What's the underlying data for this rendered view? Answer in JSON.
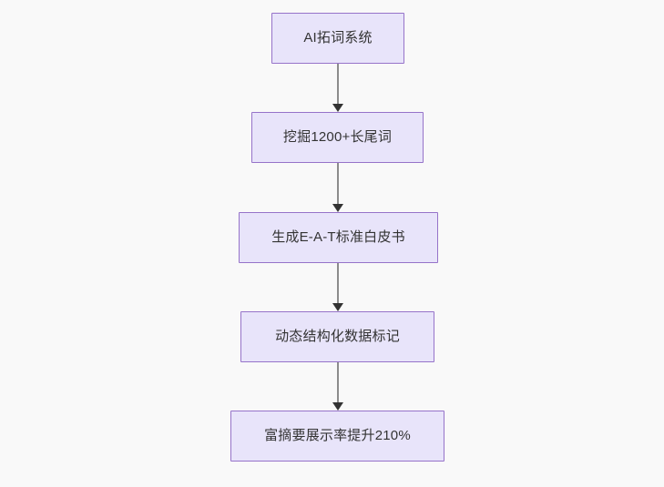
{
  "diagram": {
    "type": "flowchart",
    "direction": "top-to-bottom",
    "background_color": "#f9f9f9",
    "node_fill_color": "#e8e4fa",
    "node_border_color": "#9673c9",
    "node_text_color": "#333333",
    "edge_line_color": "#8c8c8c",
    "edge_arrowhead_color": "#333333",
    "nodes": [
      {
        "id": "node-1",
        "label": "AI拓词系统"
      },
      {
        "id": "node-2",
        "label": "挖掘1200+长尾词"
      },
      {
        "id": "node-3",
        "label": "生成E-A-T标准白皮书"
      },
      {
        "id": "node-4",
        "label": "动态结构化数据标记"
      },
      {
        "id": "node-5",
        "label": "富摘要展示率提升210%"
      }
    ],
    "edges": [
      {
        "id": "edge-1",
        "from": "node-1",
        "to": "node-2",
        "label": ""
      },
      {
        "id": "edge-2",
        "from": "node-2",
        "to": "node-3",
        "label": ""
      },
      {
        "id": "edge-3",
        "from": "node-3",
        "to": "node-4",
        "label": ""
      },
      {
        "id": "edge-4",
        "from": "node-4",
        "to": "node-5",
        "label": ""
      }
    ]
  }
}
